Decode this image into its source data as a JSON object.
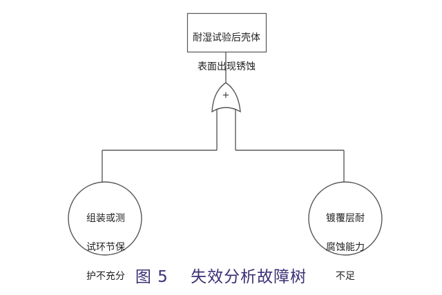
{
  "diagram": {
    "top_event": {
      "lines": [
        "耐湿试验后壳体",
        "表面出现锈蚀"
      ]
    },
    "gate": {
      "type": "or",
      "symbol": "+"
    },
    "basic_events": [
      {
        "lines": [
          "组装或测",
          "试环节保",
          "护不充分"
        ]
      },
      {
        "lines": [
          "镀覆层耐",
          "腐蚀能力",
          "不足"
        ]
      }
    ],
    "caption": "图 5　 失效分析故障树"
  },
  "colors": {
    "line": "#5a5a5a",
    "node_border": "#555555",
    "caption": "#3b2f74",
    "text": "#222222"
  }
}
